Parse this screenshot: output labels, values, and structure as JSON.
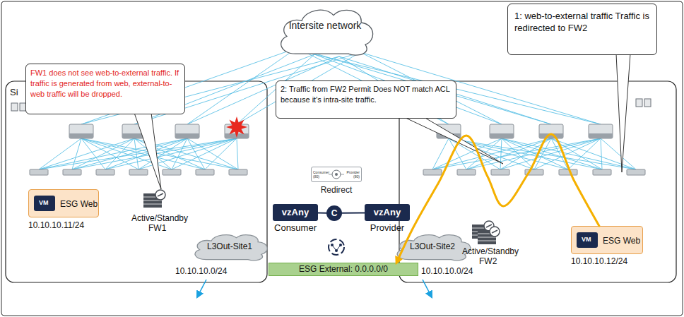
{
  "diagram": {
    "nodes": [
      {
        "text": [
          "Intersite network"
        ]
      },
      {
        "text": [
          "1: web-to-external traffic Traffic is redirected to FW2"
        ]
      },
      {
        "text": [
          "FW1 does not see web-to-external traffic. If traffic is generated from web, external-to-web traffic will be dropped."
        ]
      },
      {
        "text": [
          "2: Traffic from FW2 Permit Does NOT match ACL because it's intra-site traffic."
        ]
      },
      {
        "text": [
          "Consumer (80)",
          "Provider (80)",
          "Redirect"
        ]
      },
      {
        "text": [
          "ESG Web"
        ]
      },
      {
        "text": [
          "vzAny",
          "Consumer"
        ]
      },
      {
        "text": [
          "C"
        ]
      },
      {
        "text": [
          "vzAny",
          "Provider"
        ]
      },
      {
        "text": [
          "ESG Web"
        ]
      },
      {
        "text": [
          "L3Out-Site1"
        ]
      },
      {
        "text": [
          "L3Out-Site2"
        ]
      },
      {
        "text": [
          "ESG External: 0.0.0.0/0"
        ]
      }
    ],
    "edges": [
      {
        "from": 6,
        "to": 7,
        "arrow": "none"
      },
      {
        "from": 7,
        "to": 8,
        "arrow": "none"
      },
      {
        "from": 9,
        "to": 12,
        "arrow": "to"
      }
    ],
    "labels": [
      "Si",
      "10.10.10.11/24",
      "Active/Standby",
      "FW1",
      "Active/Standby",
      "FW2",
      "10.10.10.12/24",
      "10.10.10.0/24",
      "10.10.10.0/24",
      "VM",
      "VM"
    ]
  }
}
